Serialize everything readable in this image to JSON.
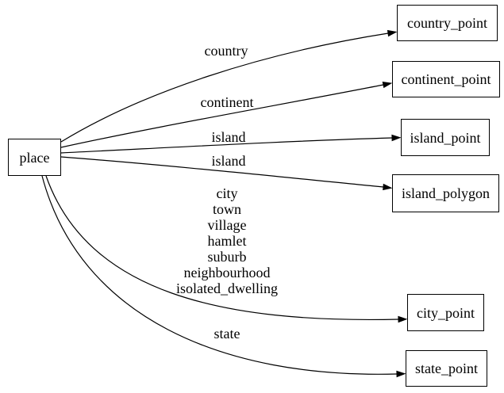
{
  "diagram": {
    "colors": {
      "background": "#ffffff",
      "stroke": "#000000",
      "text": "#000000"
    },
    "nodes": [
      {
        "id": "place",
        "label": "place"
      },
      {
        "id": "country_point",
        "label": "country_point"
      },
      {
        "id": "continent_point",
        "label": "continent_point"
      },
      {
        "id": "island_point",
        "label": "island_point"
      },
      {
        "id": "island_polygon",
        "label": "island_polygon"
      },
      {
        "id": "city_point",
        "label": "city_point"
      },
      {
        "id": "state_point",
        "label": "state_point"
      }
    ],
    "edges": [
      {
        "from": "place",
        "to": "country_point",
        "label": "country"
      },
      {
        "from": "place",
        "to": "continent_point",
        "label": "continent"
      },
      {
        "from": "place",
        "to": "island_point",
        "label": "island"
      },
      {
        "from": "place",
        "to": "island_polygon",
        "label": "island"
      },
      {
        "from": "place",
        "to": "city_point",
        "label": "city\ntown\nvillage\nhamlet\nsuburb\nneighbourhood\nisolated_dwelling"
      },
      {
        "from": "place",
        "to": "state_point",
        "label": "state"
      }
    ]
  }
}
